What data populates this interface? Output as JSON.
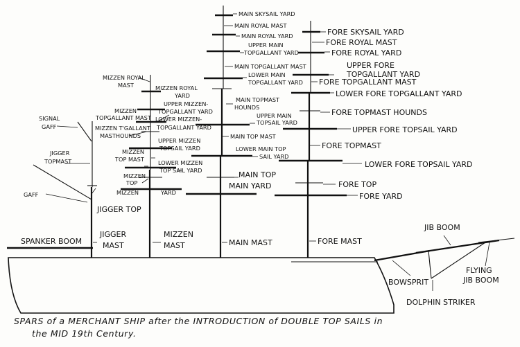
{
  "labels": {
    "main_skysail_yard": "MAIN SKYSAIL YARD",
    "main_royal_mast": "MAIN ROYAL MAST",
    "main_royal_yard": "MAIN ROYAL YARD",
    "upper_main": "UPPER MAIN",
    "topgallant_yard": "TOPGALLANT YARD",
    "main_topgallant_mast": "MAIN TOPGALLANT MAST",
    "lower_main": "LOWER MAIN",
    "topgallant_yard_2": "TOPGALLANT YARD",
    "main_topmast": "MAIN TOPMAST",
    "hounds": "HOUNDS",
    "upper_main_2": "UPPER MAIN",
    "topsail_yard": "TOPSAIL YARD",
    "main_top_mast": "MAIN TOP MAST",
    "lower_main_top": "LOWER MAIN TOP",
    "sail_yard": "SAIL YARD",
    "main_top": "MAIN TOP",
    "main_yard": "MAIN YARD",
    "main_mast": "MAIN MAST",
    "fore_skysail_yard": "FORE SKYSAIL YARD",
    "fore_royal_mast": "FORE ROYAL MAST",
    "fore_royal_yard": "FORE ROYAL YARD",
    "upper_fore": "UPPER FORE",
    "topgallant_yard_3": "TOPGALLANT YARD",
    "fore_topgallant_mast": "FORE TOPGALLANT MAST",
    "lower_fore_topgallant_yard": "LOWER FORE TOPGALLANT YARD",
    "fore_topmast_hounds": "FORE TOPMAST HOUNDS",
    "upper_fore_topsail_yard": "UPPER FORE TOPSAIL YARD",
    "fore_topmast": "FORE TOPMAST",
    "lower_fore_topsail_yard": "LOWER FORE TOPSAIL YARD",
    "fore_top": "FORE TOP",
    "fore_yard": "FORE YARD",
    "fore_mast": "FORE MAST",
    "mizzen_royal": "MIZZEN ROYAL",
    "mast": "MAST",
    "mizzen_royal_2": "MIZZEN ROYAL",
    "yard": "YARD",
    "upper_mizzen": "UPPER MIZZEN-",
    "topgallant_yard_4": "TOPGALLANT YARD",
    "mizzen": "MIZZEN",
    "topgallant_mast": "TOPGALLANT MAST",
    "lower_mizzen": "LOWER MIZZEN-",
    "topgallant_yard_5": "TOPGALLANT YARD",
    "mizzen_tgallant": "MIZZEN T'GALLANT",
    "masthounds": "MASTHOUNDS",
    "upper_mizzen_2": "UPPER MIZZEN",
    "topsail_yard_2": "TOPSAIL YARD",
    "mizzen_2": "MIZZEN",
    "top_mast": "TOP MAST",
    "lower_mizzen_2": "LOWER MIZZEN",
    "top_sail_yard": "TOP SAIL YARD",
    "mizzen_3": "MIZZEN",
    "top": "TOP",
    "mizzen_4": "MIZZEN",
    "yard_2": "YARD",
    "mizzen_5": "MIZZEN",
    "mast_2": "MAST",
    "signal": "SIGNAL",
    "gaff": "GAFF",
    "jigger": "JIGGER",
    "topmast": "TOPMAST",
    "gaff_2": "GAFF",
    "jigger_top": "JIGGER TOP",
    "jigger_2": "JIGGER",
    "mast_3": "MAST",
    "spanker_boom": "SPANKER BOOM",
    "jib_boom": "JIB BOOM",
    "flying": "FLYING",
    "jib_boom_2": "JIB BOOM",
    "bowsprit": "BOWSPRIT",
    "dolphin_striker": "DOLPHIN STRIKER"
  },
  "caption": {
    "line1": "SPARS of a MERCHANT SHIP after the INTRODUCTION of DOUBLE TOP SAILS in",
    "line2": "the MID 19th Century."
  }
}
